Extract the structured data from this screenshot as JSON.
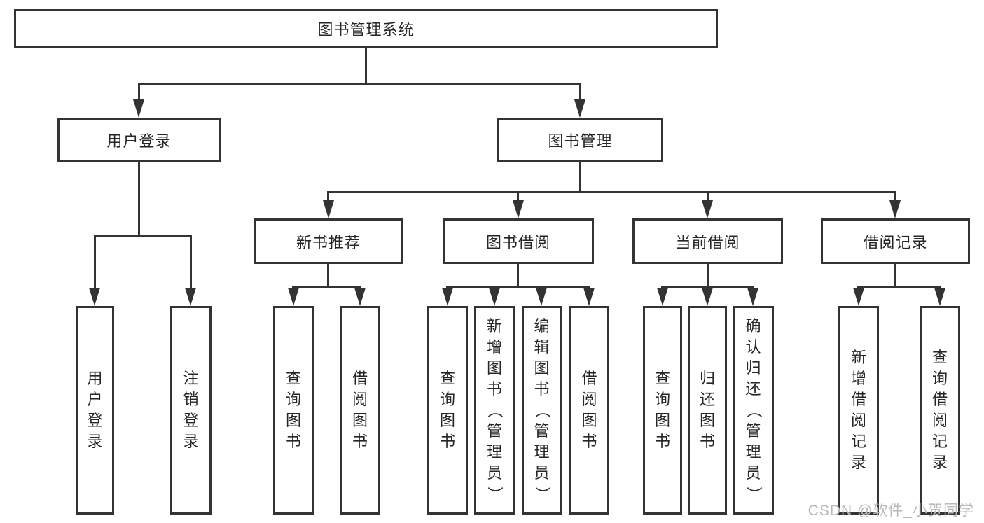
{
  "tree": {
    "root": {
      "label": "图书管理系统"
    },
    "children": [
      {
        "label": "用户登录",
        "children": [
          {
            "label": "用户登录"
          },
          {
            "label": "注销登录"
          }
        ]
      },
      {
        "label": "图书管理",
        "children": [
          {
            "label": "新书推荐",
            "children": [
              {
                "label": "查询图书"
              },
              {
                "label": "借阅图书"
              }
            ]
          },
          {
            "label": "图书借阅",
            "children": [
              {
                "label": "查询图书"
              },
              {
                "label": "新增图书（管理员）"
              },
              {
                "label": "编辑图书（管理员）"
              },
              {
                "label": "借阅图书"
              }
            ]
          },
          {
            "label": "当前借阅",
            "children": [
              {
                "label": "查询图书"
              },
              {
                "label": "归还图书"
              },
              {
                "label": "确认归还（管理员）"
              }
            ]
          },
          {
            "label": "借阅记录",
            "children": [
              {
                "label": "新增借阅记录"
              },
              {
                "label": "查询借阅记录"
              }
            ]
          }
        ]
      }
    ]
  },
  "watermark": {
    "text": "CSDN @软件_小贺同学"
  },
  "colors": {
    "line": "#333333",
    "text": "#262626",
    "background": "#ffffff",
    "watermark": "#b9b9b9"
  }
}
